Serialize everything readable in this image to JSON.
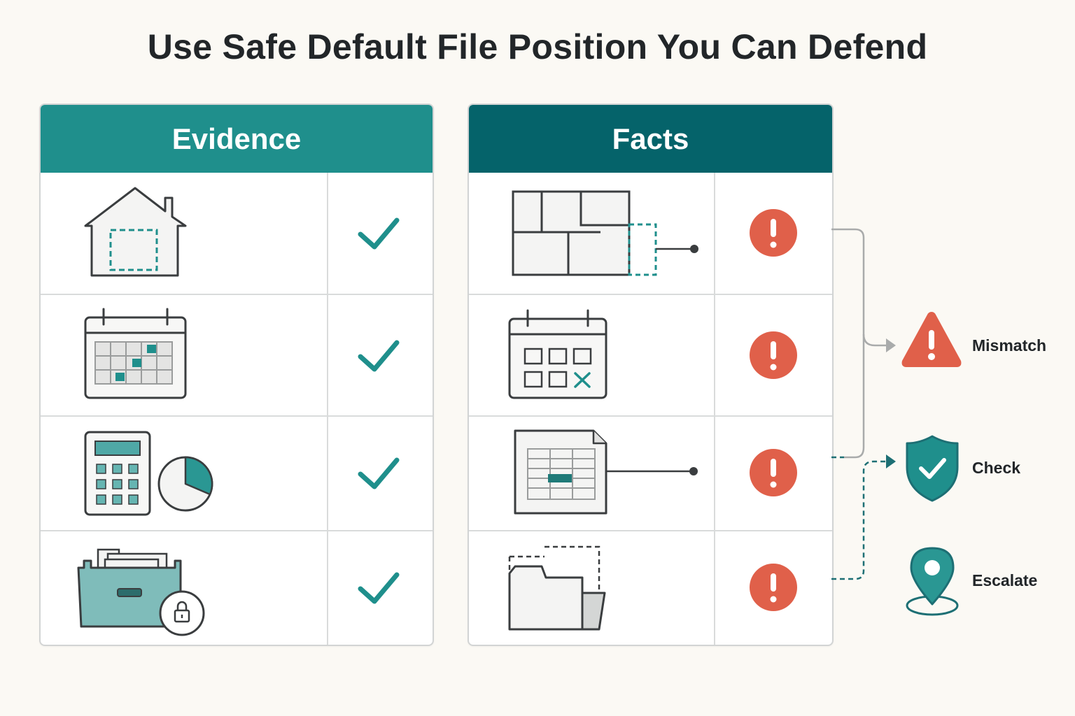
{
  "title": "Use Safe Default File Position You Can Defend",
  "colors": {
    "teal": "#1f8f8c",
    "dark_teal": "#05636a",
    "alert_red": "#e0604a",
    "line_gray": "#a9abab",
    "icon_stroke": "#3a3d3f"
  },
  "evidence": {
    "header": "Evidence",
    "rows": [
      {
        "icon": "house-icon",
        "status": "check-icon"
      },
      {
        "icon": "calendar-icon",
        "status": "check-icon"
      },
      {
        "icon": "calculator-pie-chart-icon",
        "status": "check-icon"
      },
      {
        "icon": "locked-file-box-icon",
        "status": "check-icon"
      }
    ]
  },
  "facts": {
    "header": "Facts",
    "rows": [
      {
        "icon": "floor-plan-icon",
        "status": "alert-icon"
      },
      {
        "icon": "calendar-x-icon",
        "status": "alert-icon"
      },
      {
        "icon": "spreadsheet-document-icon",
        "status": "alert-icon"
      },
      {
        "icon": "folder-icon",
        "status": "alert-icon"
      }
    ]
  },
  "outcomes": [
    {
      "label": "Mismatch",
      "icon": "warning-triangle-icon"
    },
    {
      "label": "Check",
      "icon": "shield-check-icon"
    },
    {
      "label": "Escalate",
      "icon": "location-pin-icon"
    }
  ]
}
